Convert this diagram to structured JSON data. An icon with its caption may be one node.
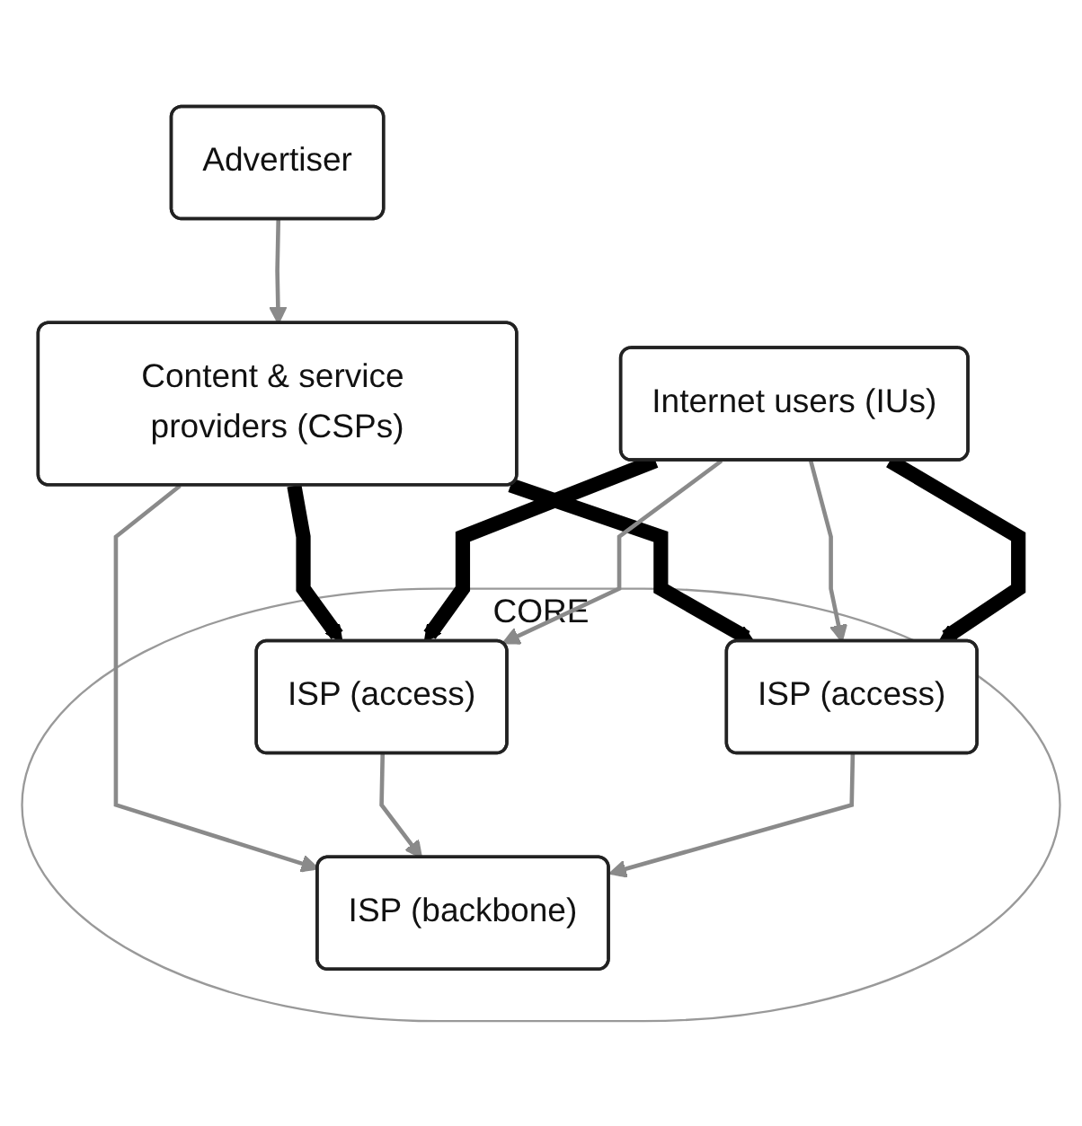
{
  "diagram": {
    "nodes": [
      {
        "text": [
          "Advertiser"
        ]
      },
      {
        "text": [
          "Content & service providers (CSPs)"
        ]
      },
      {
        "text": [
          "CORE"
        ]
      },
      {
        "text": [
          "ISP (backbone)"
        ],
        "in": 2
      },
      {
        "text": [
          "ISP (access)"
        ],
        "in": 2
      },
      {
        "text": [
          "ISP (access)"
        ],
        "in": 2
      },
      {
        "text": [
          "Internet users (IUs)"
        ]
      }
    ],
    "edges": [
      {
        "from": 0,
        "to": 1,
        "arrow": "to"
      },
      {
        "from": 1,
        "to": 3,
        "arrow": "to"
      },
      {
        "from": 1,
        "to": 4,
        "arrow": "to",
        "style": "thick",
        "color": "#000000"
      },
      {
        "from": 1,
        "to": 5,
        "arrow": "to",
        "style": "thick",
        "color": "#000000"
      },
      {
        "from": 4,
        "to": 3,
        "arrow": "to"
      },
      {
        "from": 5,
        "to": 3,
        "arrow": "to"
      },
      {
        "from": 6,
        "to": 4,
        "arrow": "to",
        "style": "thick",
        "color": "#000000"
      },
      {
        "from": 6,
        "to": 4,
        "arrow": "to"
      },
      {
        "from": 6,
        "to": 5,
        "arrow": "to"
      },
      {
        "from": 6,
        "to": 5,
        "arrow": "to",
        "style": "thick",
        "color": "#000000"
      }
    ]
  }
}
